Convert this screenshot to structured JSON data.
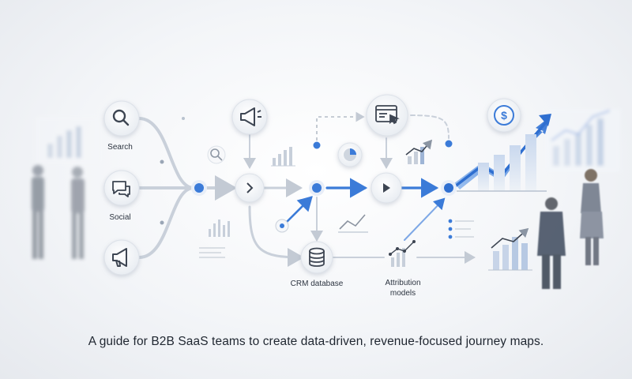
{
  "nodes": {
    "search": "Search",
    "social": "Social",
    "crm": "CRM database",
    "attribution_line1": "Attribution",
    "attribution_line2": "models"
  },
  "caption": "A guide for B2B SaaS teams to create data-driven, revenue-focused journey maps.",
  "icons": [
    "search-icon",
    "chat-icon",
    "megaphone-icon",
    "megaphone-icon",
    "chevron-right-icon",
    "play-icon",
    "browser-click-icon",
    "database-icon",
    "dollar-icon",
    "pie-chart-icon",
    "bar-chart-icon",
    "line-chart-icon",
    "growth-arrow-icon"
  ],
  "colors": {
    "accent": "#3b7bd8",
    "line": "#c9d0da",
    "text": "#1f2630"
  }
}
